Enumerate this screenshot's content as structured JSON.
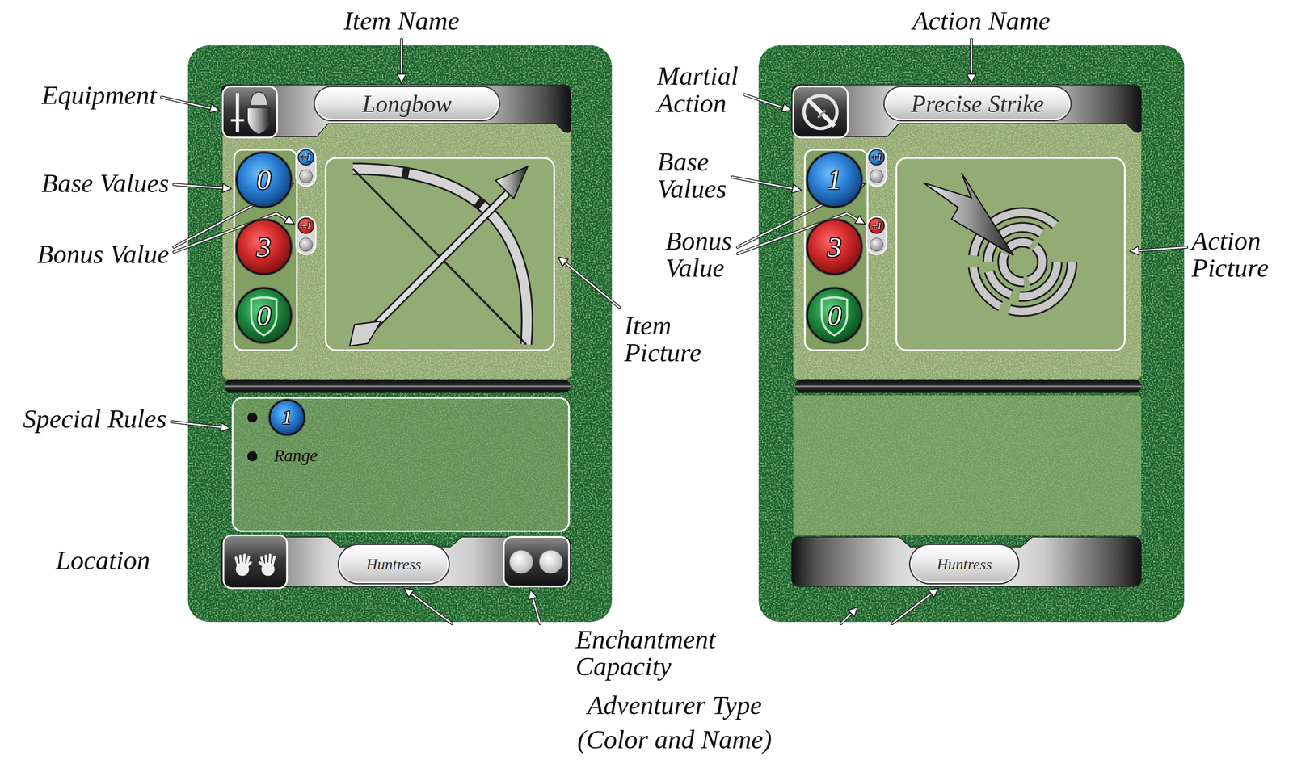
{
  "diagram": {
    "nodes": [
      {
        "text": [
          "Longbow"
        ]
      },
      {
        "text": [
          "0"
        ]
      },
      {
        "text": [
          "+1"
        ]
      },
      {
        "text": [
          "3"
        ]
      },
      {
        "text": [
          "+1"
        ]
      },
      {
        "text": [
          "0"
        ]
      },
      {
        "text": [
          "1"
        ]
      },
      {
        "text": [
          "Huntress"
        ]
      },
      {
        "text": [
          "Precise Strike"
        ]
      },
      {
        "text": [
          "1"
        ]
      },
      {
        "text": [
          "+1"
        ]
      },
      {
        "text": [
          "3"
        ]
      },
      {
        "text": [
          "+1"
        ]
      },
      {
        "text": [
          "0"
        ]
      },
      {
        "text": [
          "Huntress"
        ]
      }
    ],
    "labels": [
      "Item Name",
      "Equipment",
      "Base Values",
      "Bonus Value",
      "Special Rules",
      "Location",
      "Item Picture",
      "Enchantment Capacity",
      "Adventurer Type (Color and Name)",
      "Action Name",
      "Martial Action",
      "Base Values",
      "Bonus Value",
      "Action Picture",
      "Range"
    ]
  }
}
